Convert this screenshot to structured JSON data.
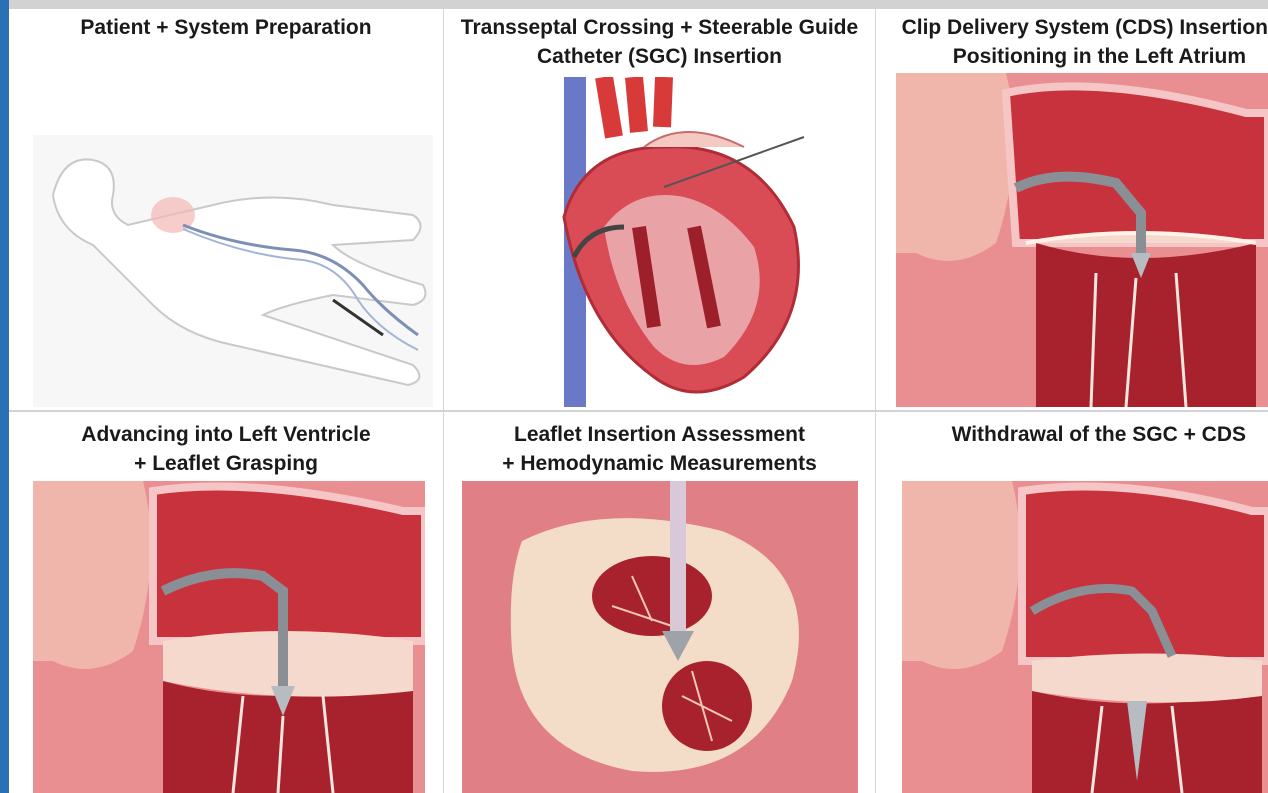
{
  "panels": [
    {
      "title_lines": [
        "Patient + System Preparation"
      ]
    },
    {
      "title_lines": [
        "Transseptal Crossing + Steerable Guide",
        "Catheter (SGC) Insertion"
      ]
    },
    {
      "title_lines": [
        "Clip Delivery System (CDS) Insertion",
        "Positioning in the Left Atrium"
      ]
    },
    {
      "title_lines": [
        "Advancing into Left Ventricle",
        "+ Leaflet Grasping"
      ]
    },
    {
      "title_lines": [
        "Leaflet Insertion Assessment",
        "+ Hemodynamic Measurements"
      ]
    },
    {
      "title_lines": [
        "Withdrawal of the SGC + CDS"
      ]
    }
  ],
  "colors": {
    "frame_blue": "#2b6fb6",
    "heart_red": "#c8323c",
    "tissue_pink": "#e88a8f",
    "vessel_blue": "#6a78c8",
    "catheter_gray": "#8a8f96"
  }
}
